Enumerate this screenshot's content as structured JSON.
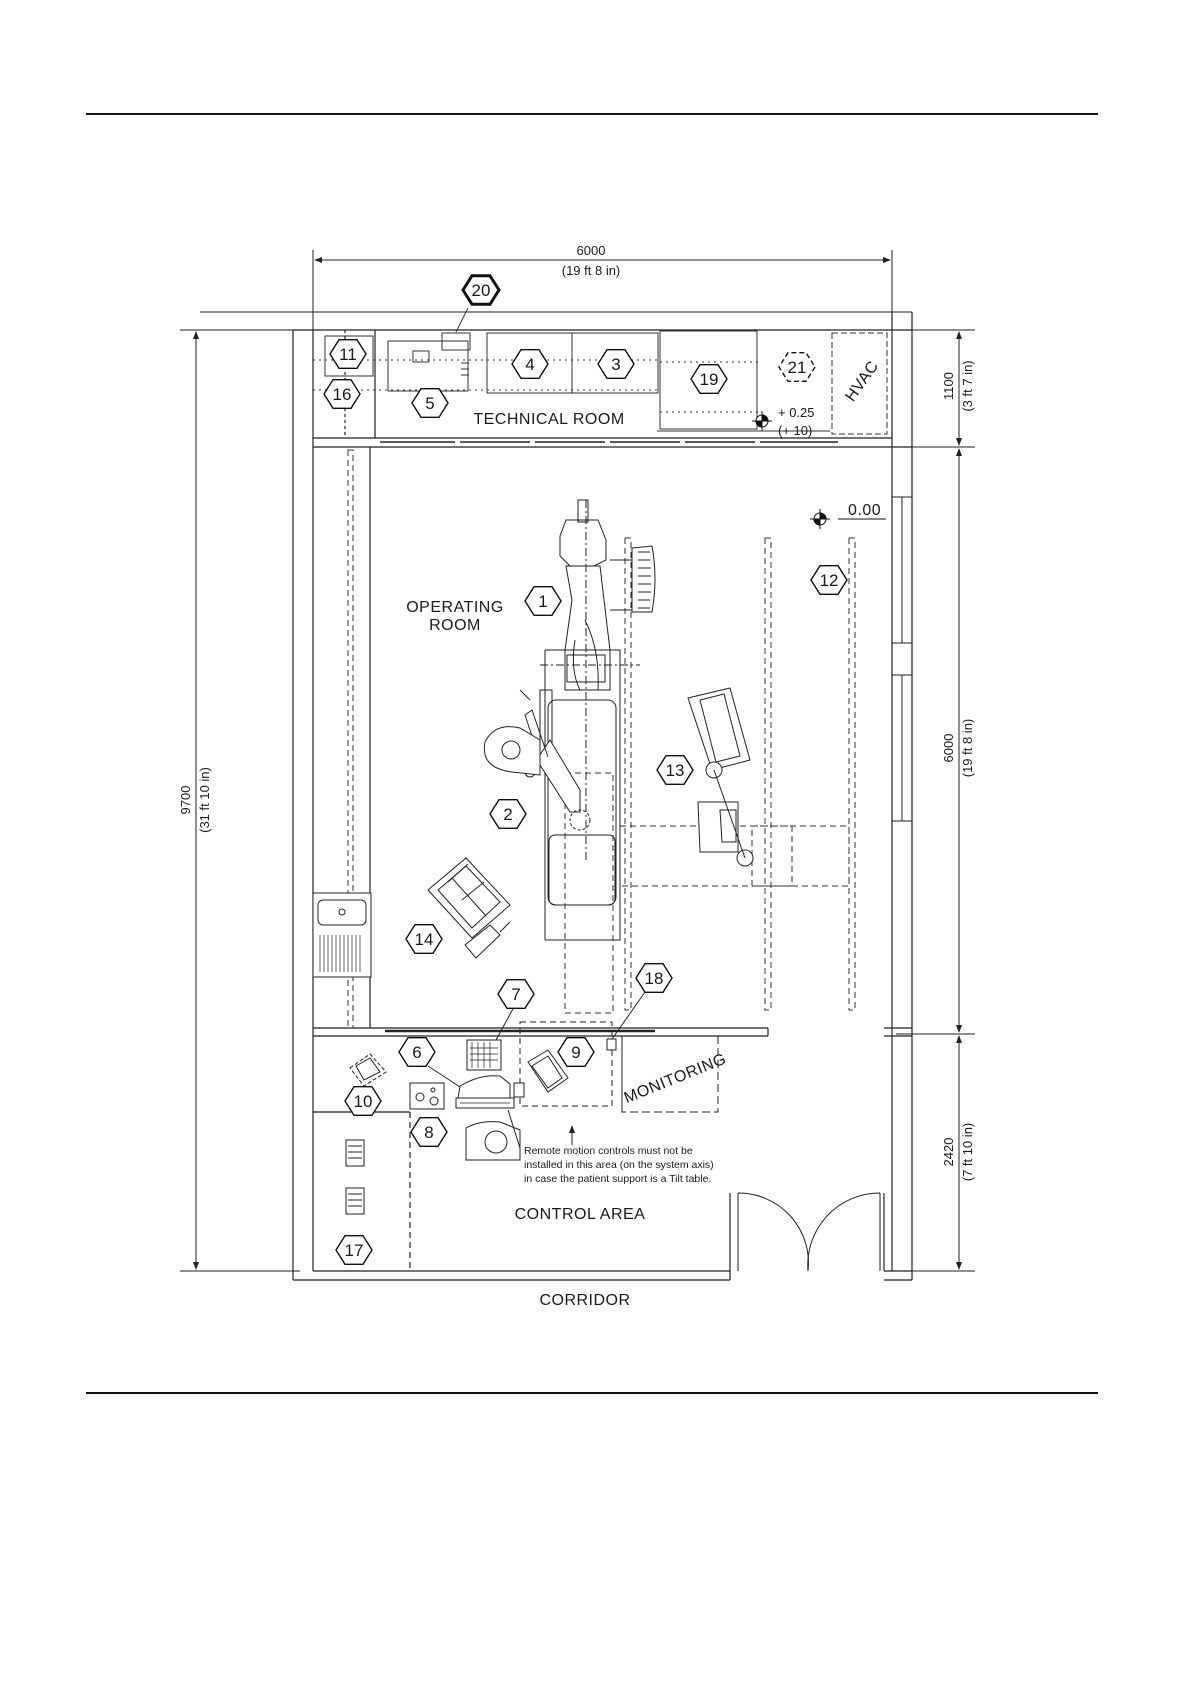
{
  "dimensions": {
    "top_width": "6000",
    "top_width_imperial": "(19 ft 8 in)",
    "left_height": "9700",
    "left_height_imperial": "(31 ft 10 in)",
    "right_tech": "1100",
    "right_tech_imperial": "(3 ft 7 in)",
    "right_operating": "6000",
    "right_operating_imperial": "(19 ft 8 in)",
    "right_control": "2420",
    "right_control_imperial": "(7 ft 10 in)"
  },
  "levels": {
    "tech_level": "+ 0.25",
    "tech_level_imperial": "(+ 10)",
    "floor_level": "0.00"
  },
  "rooms": {
    "technical_room": "TECHNICAL ROOM",
    "operating_room_line1": "OPERATING",
    "operating_room_line2": "ROOM",
    "monitoring": "MONITORING",
    "control_area": "CONTROL AREA",
    "corridor": "CORRIDOR",
    "hvac": "HVAC"
  },
  "note": {
    "line1": "Remote motion controls must not be",
    "line2": "installed in this area (on the system axis)",
    "line3": "in case the patient support is a Tilt table."
  },
  "item_numbers": [
    "1",
    "2",
    "3",
    "4",
    "5",
    "6",
    "7",
    "8",
    "9",
    "10",
    "11",
    "12",
    "13",
    "14",
    "16",
    "17",
    "18",
    "19",
    "20",
    "21"
  ]
}
